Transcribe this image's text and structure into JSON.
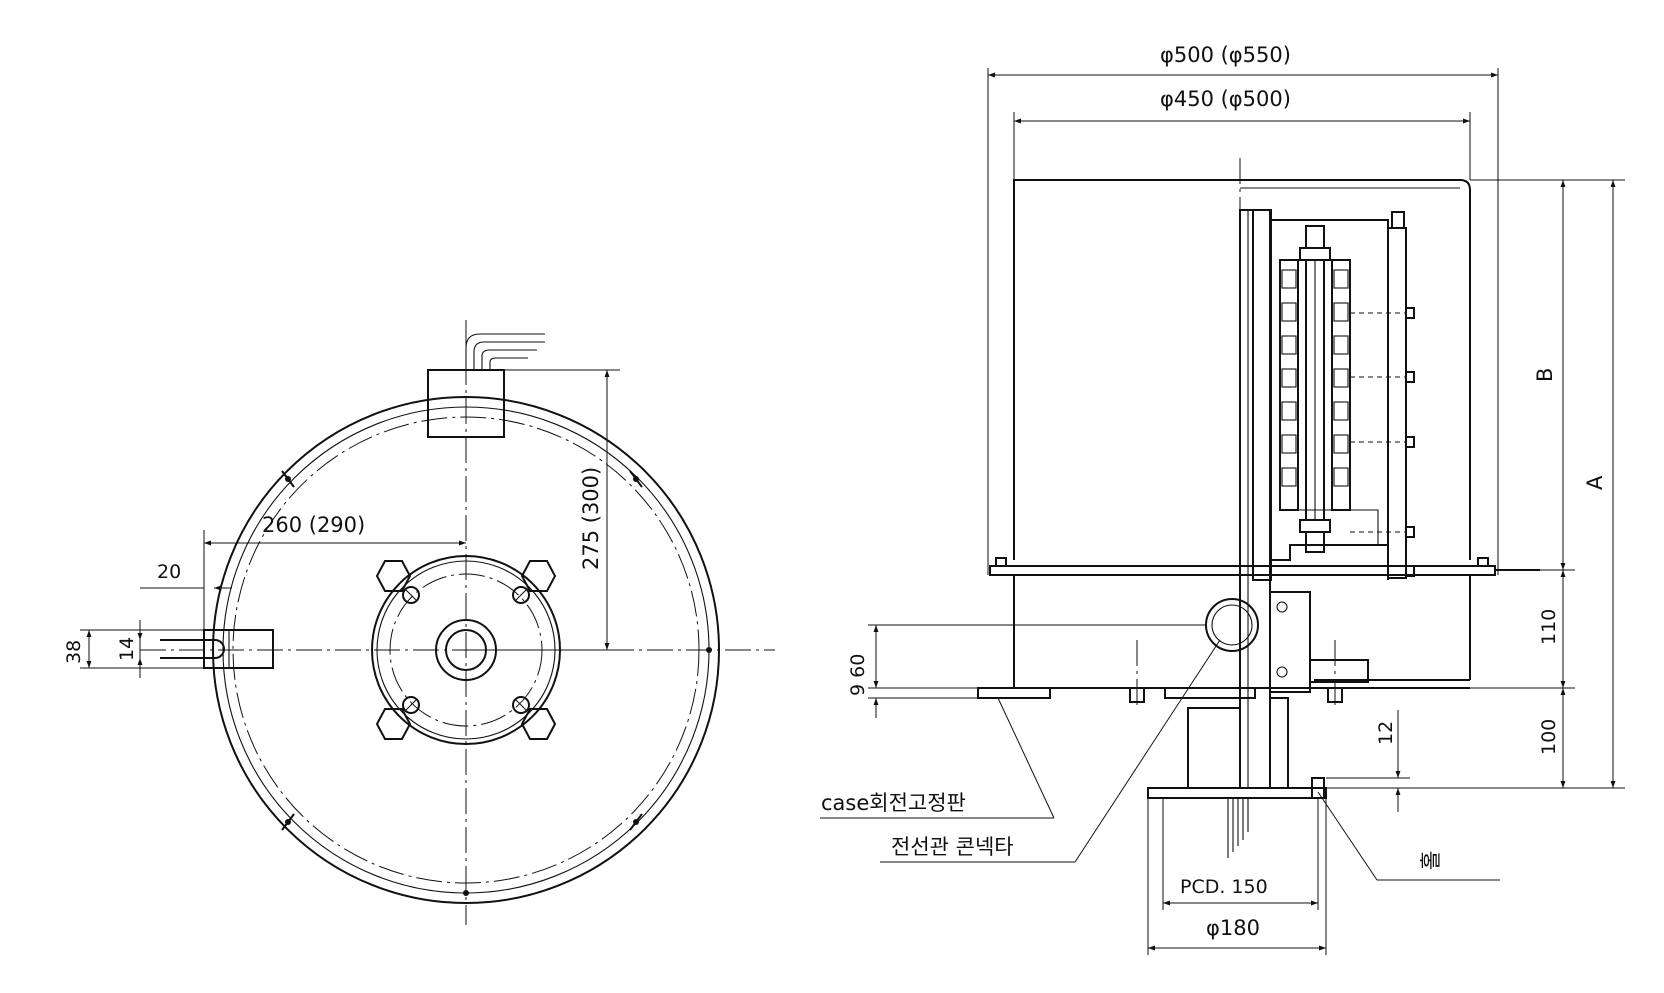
{
  "front_view": {
    "dim_width_from_center": "260 (290)",
    "dim_height_from_center": "275 (300)",
    "dim_tab_offset": "20",
    "dim_tab_height": "38",
    "dim_slot_width": "14"
  },
  "side_view": {
    "dim_outer_diameter": "φ500 (φ550)",
    "dim_inner_diameter": "φ450 (φ500)",
    "dim_A": "A",
    "dim_B": "B",
    "dim_110": "110",
    "dim_100": "100",
    "dim_12": "12",
    "dim_9_60": "9 60",
    "dim_pcd": "PCD. 150",
    "dim_base_diameter": "φ180",
    "callout_case_plate": "case회전고정판",
    "callout_conduit_connector": "전선관 콘넥타",
    "callout_hole": "홀"
  },
  "colors": {
    "line": "#111111",
    "background": "#ffffff"
  }
}
